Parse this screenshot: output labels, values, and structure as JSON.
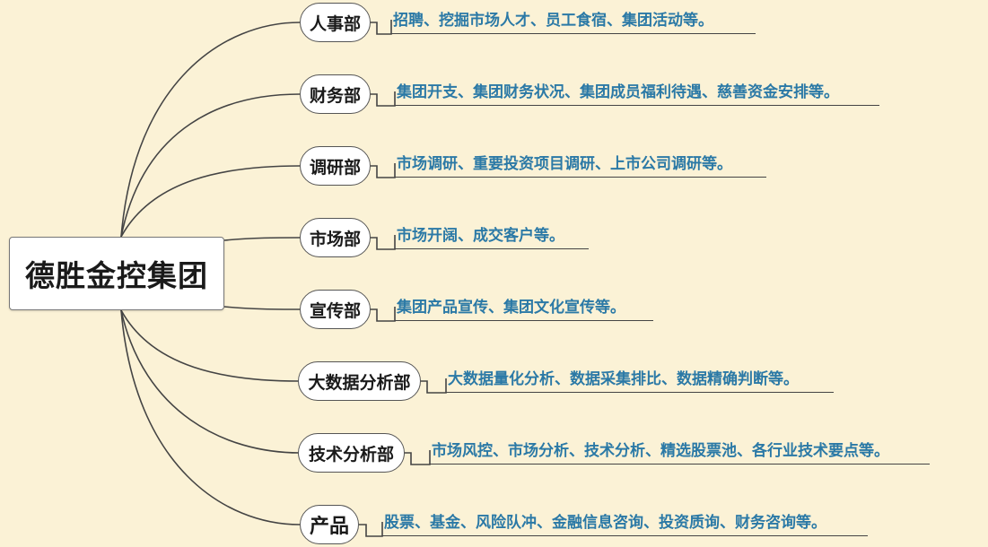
{
  "root": {
    "label": "德胜金控集团"
  },
  "branches": [
    {
      "id": "hr",
      "label": "人事部",
      "desc": "招聘、挖掘市场人才、员工食宿、集团活动等。"
    },
    {
      "id": "finance",
      "label": "财务部",
      "desc": "集团开支、集团财务状况、集团成员福利待遇、慈善资金安排等。"
    },
    {
      "id": "research",
      "label": "调研部",
      "desc": "市场调研、重要投资项目调研、上市公司调研等。"
    },
    {
      "id": "market",
      "label": "市场部",
      "desc": "市场开阔、成交客户等。"
    },
    {
      "id": "publicity",
      "label": "宣传部",
      "desc": "集团产品宣传、集团文化宣传等。"
    },
    {
      "id": "bigdata",
      "label": "大数据分析部",
      "desc": "大数据量化分析、数据采集排比、数据精确判断等。"
    },
    {
      "id": "tech",
      "label": "技术分析部",
      "desc": "市场风控、市场分析、技术分析、精选股票池、各行业技术要点等。"
    },
    {
      "id": "product",
      "label": "产品",
      "desc": "股票、基金、风险队冲、金融信息咨询、投资质询、财务咨询等。"
    }
  ],
  "colors": {
    "background": "#fbf2d6",
    "description_text": "#2b79a6",
    "connector": "#444444"
  }
}
